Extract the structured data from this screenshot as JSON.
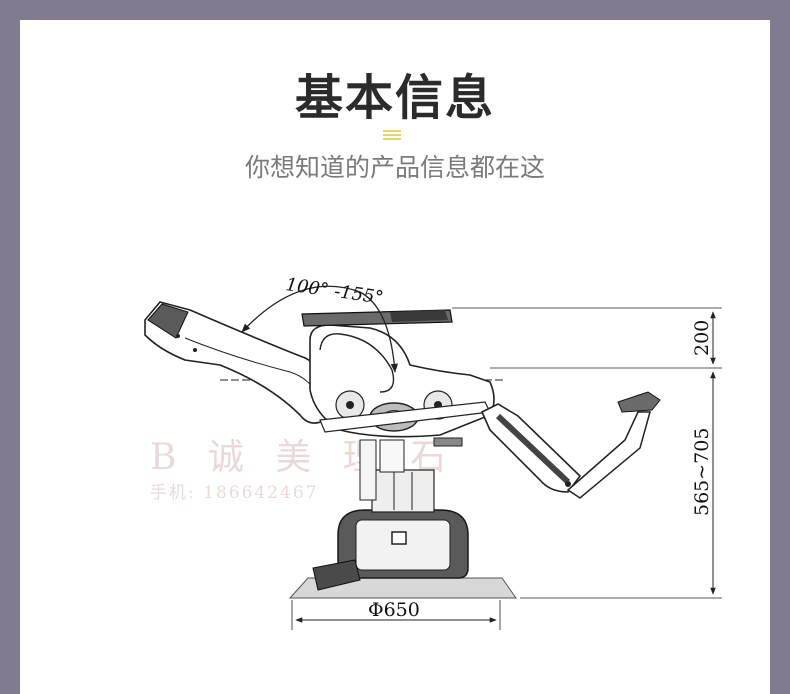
{
  "header": {
    "title": "基本信息",
    "subtitle": "你想知道的产品信息都在这"
  },
  "diagram": {
    "angle_label": "100° -155°",
    "height_top": "200",
    "height_range": "565~705",
    "base_diameter": "Φ650"
  },
  "watermark": {
    "brand": "B 诚 美 理 石",
    "phone": "手机: 186642467"
  },
  "colors": {
    "background": "#827a8e",
    "card": "#ffffff",
    "accent": "#e6d46a"
  }
}
